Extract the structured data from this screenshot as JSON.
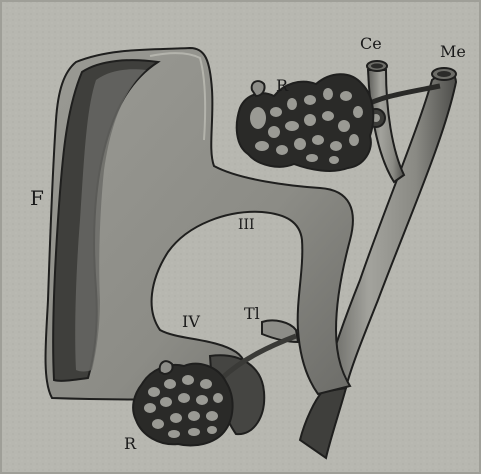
{
  "figure": {
    "labels": {
      "ce": "Ce",
      "me": "Me",
      "r_top": "R",
      "r_bottom": "R",
      "f": "F",
      "iii": "III",
      "iv": "IV",
      "tl": "Tl"
    },
    "colors": {
      "background": "#b7b7b0",
      "vessel_fill": "#8d8d88",
      "vessel_shadow": "#3f3f3c",
      "outline": "#1f1f1e",
      "net_fill": "#2a2a28",
      "net_holes": "#9a9a94"
    }
  }
}
